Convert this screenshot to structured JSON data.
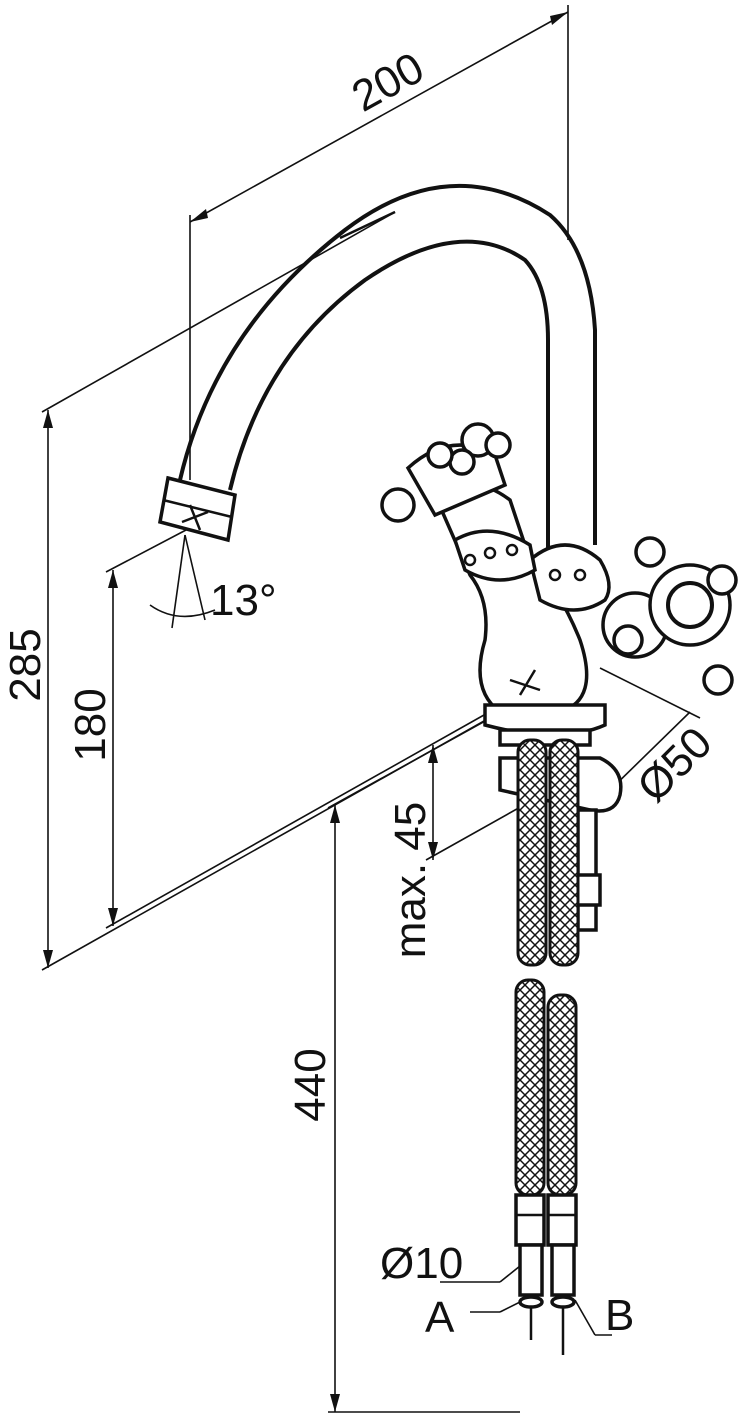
{
  "diagram": {
    "dimensions": {
      "spout_reach": "200",
      "total_height": "285",
      "spout_height": "180",
      "spout_angle": "13°",
      "base_diameter": "Ø50",
      "max_deck_thickness": "max. 45",
      "hose_length": "440",
      "hose_connection": "Ø10"
    },
    "connections": {
      "left": "A",
      "right": "B"
    },
    "colors": {
      "line": "#111111",
      "background": "#ffffff"
    }
  }
}
